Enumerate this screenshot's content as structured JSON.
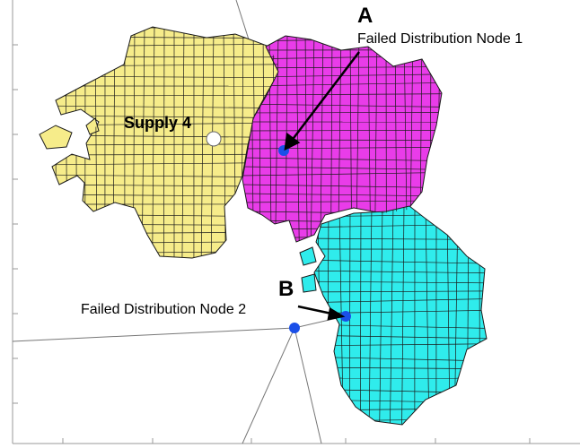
{
  "labels": {
    "node_a_letter": "A",
    "node_a_text": "Failed Distribution Node 1",
    "node_b_letter": "B",
    "node_b_text": "Failed Distribution Node 2",
    "supply": "Supply 4"
  },
  "colors": {
    "zone_yellow": "#f6ec8a",
    "zone_magenta": "#e93ce9",
    "zone_cyan": "#2fecec",
    "node_fill": "#1a4fe8",
    "supply_fill": "#ffffff",
    "outline": "#1a1a1a"
  }
}
